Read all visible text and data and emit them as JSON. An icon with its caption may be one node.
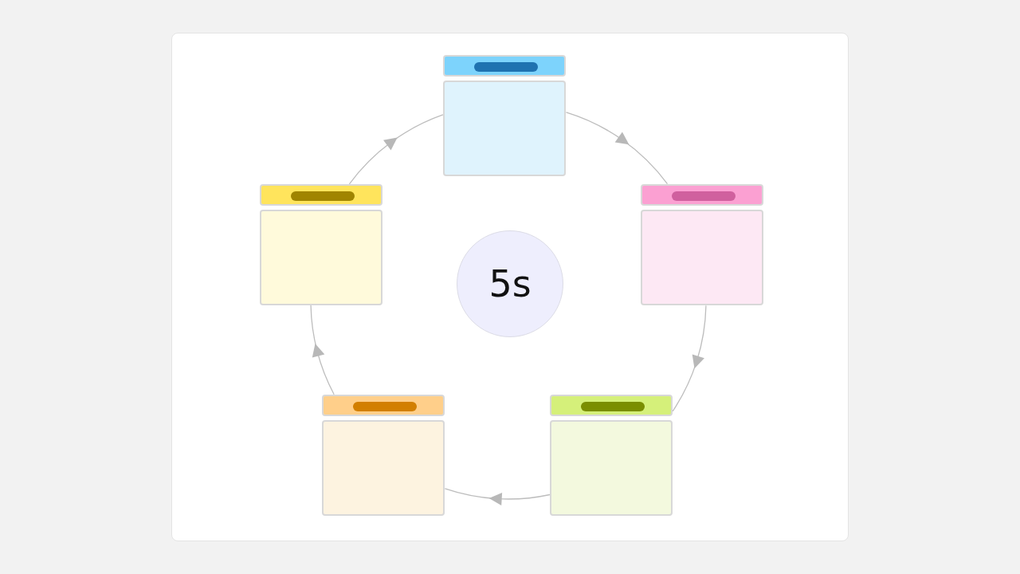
{
  "diagram": {
    "nodes": [
      {
        "text": [
          "5s"
        ]
      },
      {
        "text": [],
        "shape": "box"
      },
      {
        "text": [],
        "shape": "box"
      },
      {
        "text": [],
        "shape": "box"
      },
      {
        "text": [],
        "shape": "box"
      },
      {
        "text": [],
        "shape": "box"
      }
    ],
    "edges": [
      {
        "from": 1,
        "to": 3,
        "arrow": "to"
      },
      {
        "from": 3,
        "to": 5,
        "arrow": "to"
      },
      {
        "from": 5,
        "to": 4,
        "arrow": "to"
      },
      {
        "from": 4,
        "to": 2,
        "arrow": "to"
      },
      {
        "from": 2,
        "to": 1,
        "arrow": "to"
      }
    ]
  }
}
